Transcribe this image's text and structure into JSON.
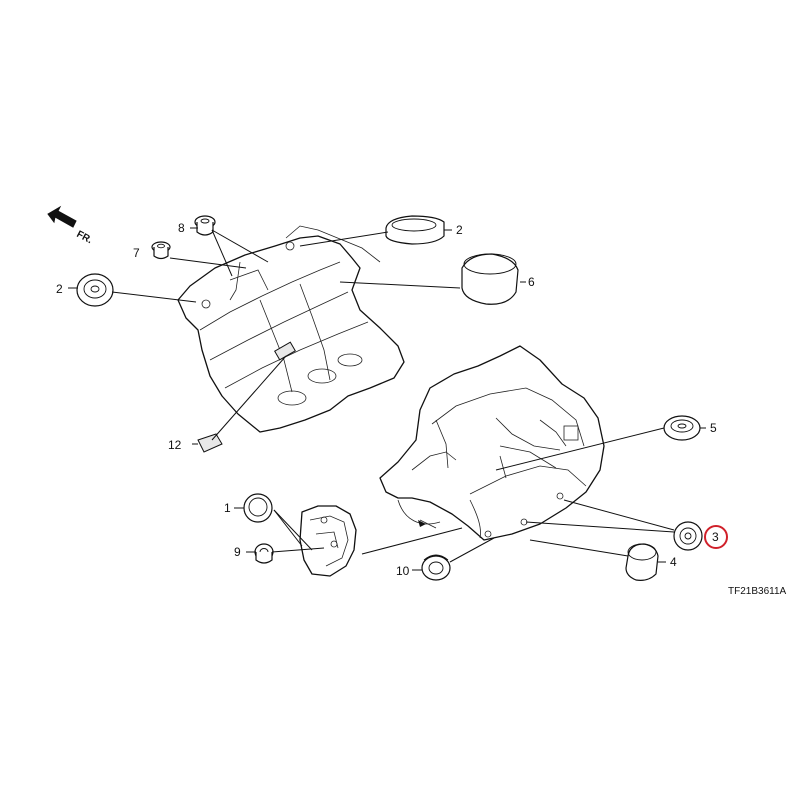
{
  "diagram": {
    "direction_label": "FR.",
    "drawing_code": "TF21B3611A",
    "highlight_color": "#d0202a",
    "ink_color": "#111111",
    "callouts": [
      {
        "id": "c1",
        "label": "1"
      },
      {
        "id": "c2a",
        "label": "2"
      },
      {
        "id": "c2b",
        "label": "2"
      },
      {
        "id": "c3",
        "label": "3",
        "highlighted": true
      },
      {
        "id": "c4",
        "label": "4"
      },
      {
        "id": "c5",
        "label": "5"
      },
      {
        "id": "c6",
        "label": "6"
      },
      {
        "id": "c7",
        "label": "7"
      },
      {
        "id": "c8",
        "label": "8"
      },
      {
        "id": "c9",
        "label": "9"
      },
      {
        "id": "c10",
        "label": "10"
      },
      {
        "id": "c12",
        "label": "12"
      }
    ]
  }
}
